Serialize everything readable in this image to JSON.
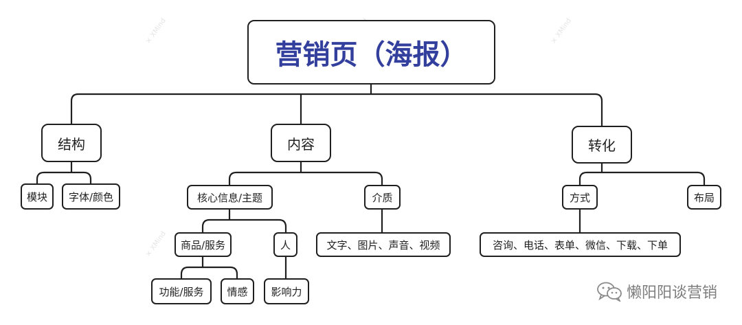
{
  "diagram": {
    "root": "营销页（海报）",
    "structure": {
      "label": "结构",
      "children": [
        "模块",
        "字体/颜色"
      ]
    },
    "content": {
      "label": "内容",
      "core": {
        "label": "核心信息/主题",
        "goods": {
          "label": "商品/服务",
          "children": [
            "功能/服务",
            "情感"
          ]
        },
        "people": {
          "label": "人",
          "children": [
            "影响力"
          ]
        }
      },
      "media": {
        "label": "介质",
        "children": [
          "文字、图片、声音、视频"
        ]
      }
    },
    "conversion": {
      "label": "转化",
      "method": {
        "label": "方式",
        "children": [
          "咨询、电话、表单、微信、下载、下单"
        ]
      },
      "layout": {
        "label": "布局"
      }
    }
  },
  "watermark": {
    "text": "懒阳阳谈营销",
    "icon": "wechat-icon",
    "color": "#7d7d7d"
  },
  "background_marks": {
    "text": "XMind",
    "icon": "xmind-logo-icon"
  },
  "colors": {
    "root_text": "#333f9d",
    "node_border": "#1f1f1f",
    "connector": "#1f1f1f"
  }
}
